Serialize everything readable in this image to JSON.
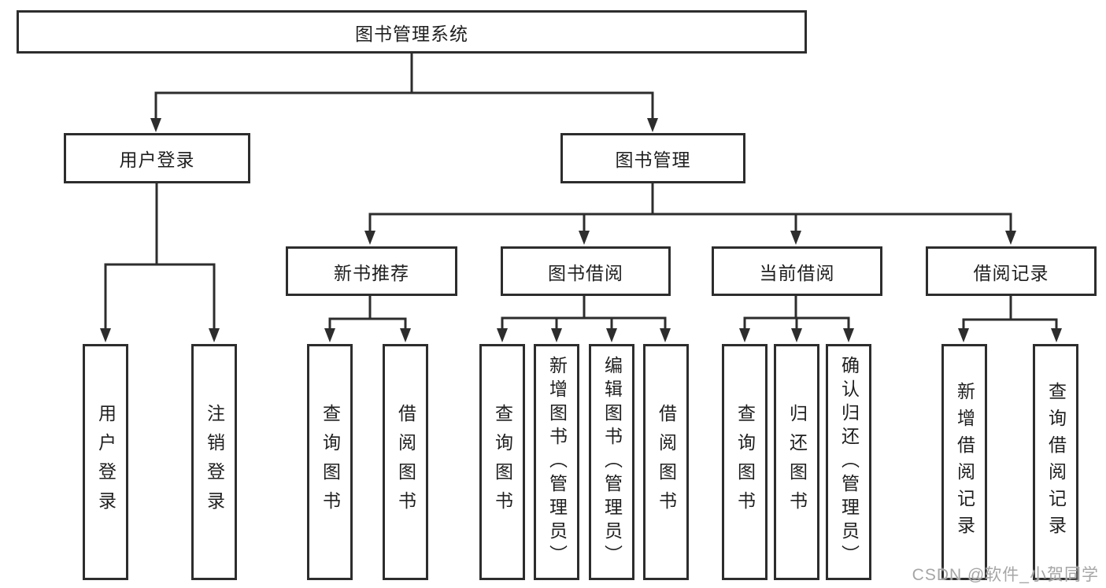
{
  "diagram_type": "hierarchy-tree",
  "root": {
    "label": "图书管理系统"
  },
  "branches": [
    {
      "label": "用户登录",
      "children": [
        {
          "label": "用户登录"
        },
        {
          "label": "注销登录"
        }
      ]
    },
    {
      "label": "图书管理",
      "children": [
        {
          "label": "新书推荐",
          "children": [
            {
              "label": "查询图书"
            },
            {
              "label": "借阅图书"
            }
          ]
        },
        {
          "label": "图书借阅",
          "children": [
            {
              "label": "查询图书"
            },
            {
              "label": "新增图书（管理员）"
            },
            {
              "label": "编辑图书（管理员）"
            },
            {
              "label": "借阅图书"
            }
          ]
        },
        {
          "label": "当前借阅",
          "children": [
            {
              "label": "查询图书"
            },
            {
              "label": "归还图书"
            },
            {
              "label": "确认归还（管理员）"
            }
          ]
        },
        {
          "label": "借阅记录",
          "children": [
            {
              "label": "新增借阅记录"
            },
            {
              "label": "查询借阅记录"
            }
          ]
        }
      ]
    }
  ],
  "watermark": "CSDN @软件_小贺同学",
  "colors": {
    "line": "#2d2d2d",
    "box_fill": "#ffffff",
    "text": "#1f1f1f",
    "watermark": "#a6a6a6",
    "background": "#ffffff"
  }
}
